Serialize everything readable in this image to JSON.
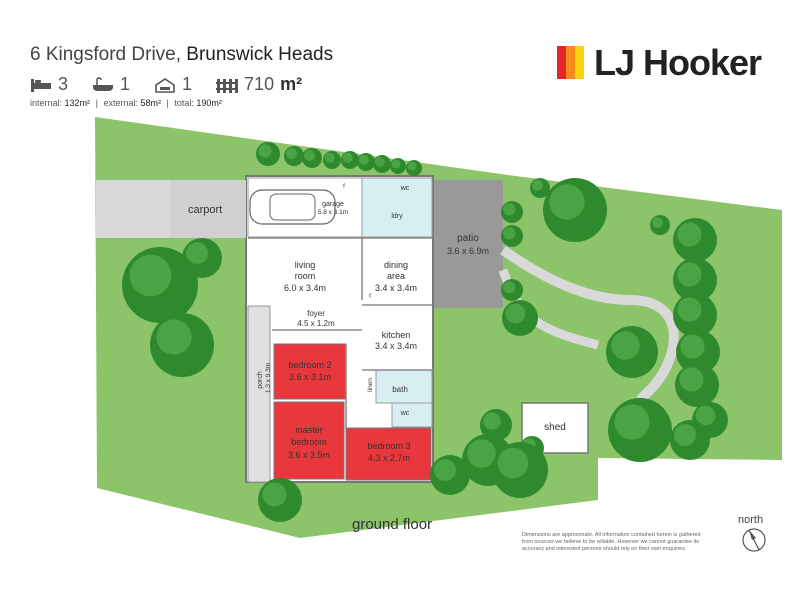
{
  "header": {
    "address_street": "6 Kingsford Drive,",
    "address_suburb": "Brunswick Heads",
    "beds": "3",
    "baths": "1",
    "cars": "1",
    "land": "710",
    "land_unit": "m²",
    "internal_label": "internal:",
    "internal_value": "132m²",
    "external_label": "external:",
    "external_value": "58m²",
    "total_label": "total:",
    "total_value": "190m²",
    "sep": "|"
  },
  "brand": {
    "name": "LJ Hooker",
    "colors": [
      "#e4262b",
      "#f68b1f",
      "#fcd20a"
    ]
  },
  "rooms": {
    "carport": "carport",
    "garage": "garage",
    "garage_dim": "5.8 x 3.1m",
    "wc": "wc",
    "ldry": "ldry",
    "patio": "patio",
    "patio_dim": "3.6 x 6.9m",
    "living": "living",
    "living2": "room",
    "living_dim": "6.0 x 3.4m",
    "dining": "dining",
    "dining2": "area",
    "dining_dim": "3.4 x 3.4m",
    "foyer": "foyer",
    "foyer_dim": "4.5 x 1.2m",
    "kitchen": "kitchen",
    "kitchen_dim": "3.4 x 3.4m",
    "bed2": "bedroom 2",
    "bed2_dim": "3.6 x 3.1m",
    "porch": "porch",
    "porch_dim": "1.3 x 9.3m",
    "linen": "linen",
    "bath": "bath",
    "wc2": "wc",
    "master": "master",
    "master2": "bedroom",
    "master_dim": "3.6 x 3.5m",
    "bed3": "bedroom 3",
    "bed3_dim": "4.3 x 2.7m",
    "shed": "shed",
    "fridge": "f"
  },
  "floor_label": "ground floor",
  "north_label": "north",
  "disclaimer": "Dimensions are approximate. All information contained herein is gathered from sources we believe to be reliable. However we cannot guarantee its accuracy and interested persons should rely on their own enquiries.",
  "colors": {
    "lawn": "#8cc46a",
    "path": "#d9d9d9",
    "bedroom": "#e8383d",
    "wet": "#d7eef3",
    "tree": "#2f8a2d"
  }
}
